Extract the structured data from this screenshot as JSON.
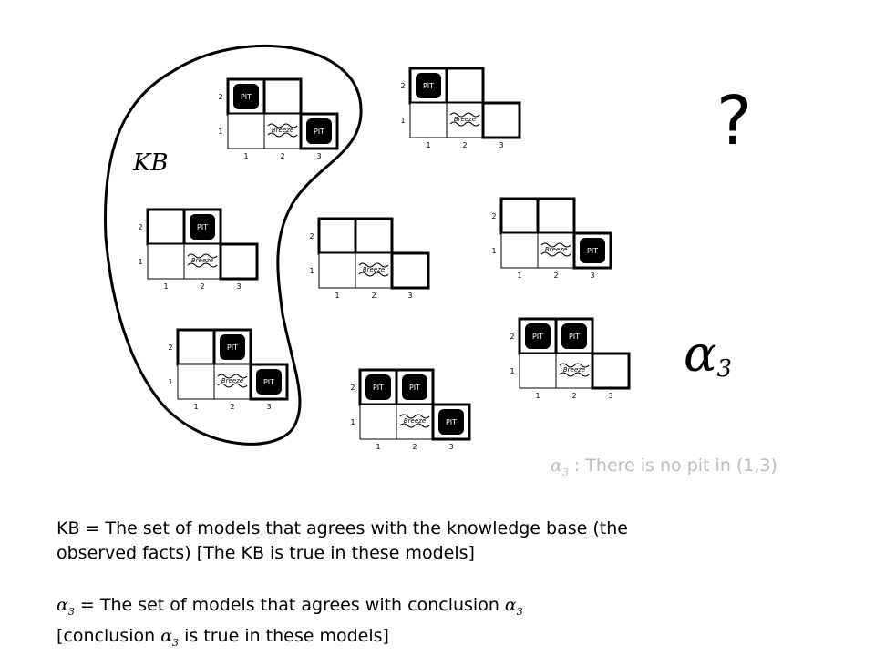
{
  "question_mark": "?",
  "kb_label": "KB",
  "alpha_symbol": "α",
  "alpha_subscript": "3",
  "alpha_caption": " : There is no pit in (1,3)",
  "kb_definition": {
    "line1": "KB = The set of models that agrees with the knowledge base (the",
    "line2": "observed facts) [The KB is true in these models]"
  },
  "alpha_definition": {
    "line1_pre": " = The set of models that agrees with conclusion ",
    "line2_pre": "[conclusion ",
    "line2_post": " is true in these models]"
  },
  "grid": {
    "row_labels": [
      "2",
      "1"
    ],
    "col_labels": [
      "1",
      "2",
      "3"
    ],
    "pit_text": "PIT",
    "breeze_text": "Breeze"
  },
  "models": [
    {
      "id": "a",
      "pits": [
        "2,1",
        "1,3"
      ]
    },
    {
      "id": "b",
      "pits": [
        "2,2",
        "1,3"
      ]
    },
    {
      "id": "c",
      "pits": [
        "2,1"
      ]
    },
    {
      "id": "d",
      "pits": [
        "2,1",
        "2,2"
      ]
    },
    {
      "id": "e",
      "pits": [
        "1,3"
      ]
    },
    {
      "id": "f",
      "pits": [
        "2,2"
      ]
    },
    {
      "id": "g",
      "pits": []
    },
    {
      "id": "h",
      "pits": [
        "2,1",
        "2,2",
        "1,3"
      ]
    }
  ],
  "colors": {
    "pit_fill": "#000000",
    "caption_gray": "#bdbdbd",
    "line": "#000000"
  }
}
